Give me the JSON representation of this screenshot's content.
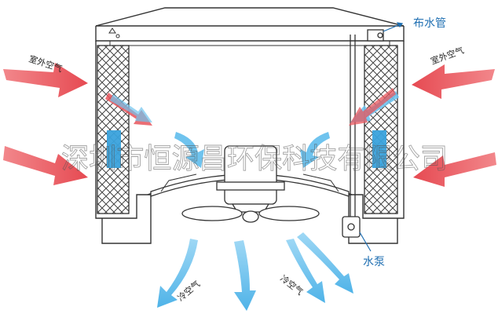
{
  "labels": {
    "outdoor_air": "室外空气",
    "cold_air": "冷空气",
    "water_distribution_pipe": "布水管",
    "water_pump": "水泵"
  },
  "watermark": "深圳市恒源昌环保科技有限公司",
  "colors": {
    "hot_air": "#e8555c",
    "cold_air": "#6fc3ee",
    "blue_label": "#1f6fb2",
    "outline": "#333333"
  }
}
